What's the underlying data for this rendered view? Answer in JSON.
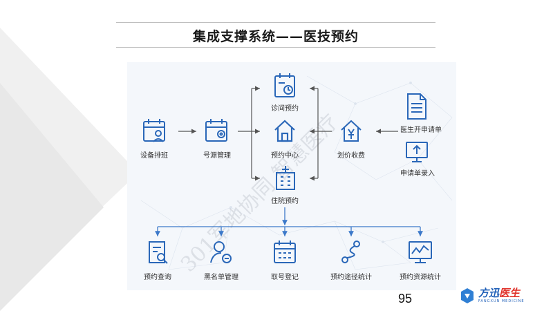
{
  "title": "集成支撑系统——医技预约",
  "page_number": "95",
  "watermark": "301军地协同 智慧医疗",
  "logo": {
    "name_part1": "方迅",
    "name_part2": "医生",
    "subtitle": "FANGXUN MEDICINE"
  },
  "colors": {
    "icon_blue": "#2a67b8",
    "arrow_gray": "#666666",
    "line_blue": "#3b78c9"
  },
  "nodes": {
    "device_schedule": "设备排班",
    "number_source": "号源管理",
    "clinic_appointment": "诊间预约",
    "appointment_center": "预约中心",
    "inpatient_appointment": "住院预约",
    "pricing_charge": "划价收费",
    "doctor_request": "医生开申请单",
    "request_entry": "申请单录入",
    "appointment_query": "预约查询",
    "blacklist": "黑名单管理",
    "ticket_checkin": "取号登记",
    "channel_stats": "预约途径统计",
    "resource_stats": "预约资源统计"
  }
}
